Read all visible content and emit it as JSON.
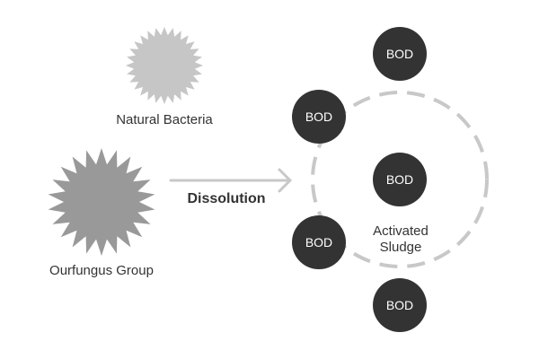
{
  "colors": {
    "natural_bacteria_fill": "#c6c6c6",
    "fungus_fill": "#999999",
    "bod_fill": "#333333",
    "bod_text": "#ffffff",
    "arrow": "#c8c8c8",
    "sludge_ring": "#c8c8c8",
    "label_text": "#333333"
  },
  "natural_bacteria": {
    "label": "Natural Bacteria",
    "icon": "spiky-star"
  },
  "fungus_group": {
    "label": "Ourfungus Group",
    "icon": "spiky-star"
  },
  "arrow": {
    "label": "Dissolution"
  },
  "activated_sludge": {
    "label_line1": "Activated",
    "label_line2": "Sludge"
  },
  "bod_items": [
    {
      "label": "BOD"
    },
    {
      "label": "BOD"
    },
    {
      "label": "BOD"
    },
    {
      "label": "BOD"
    },
    {
      "label": "BOD"
    }
  ]
}
